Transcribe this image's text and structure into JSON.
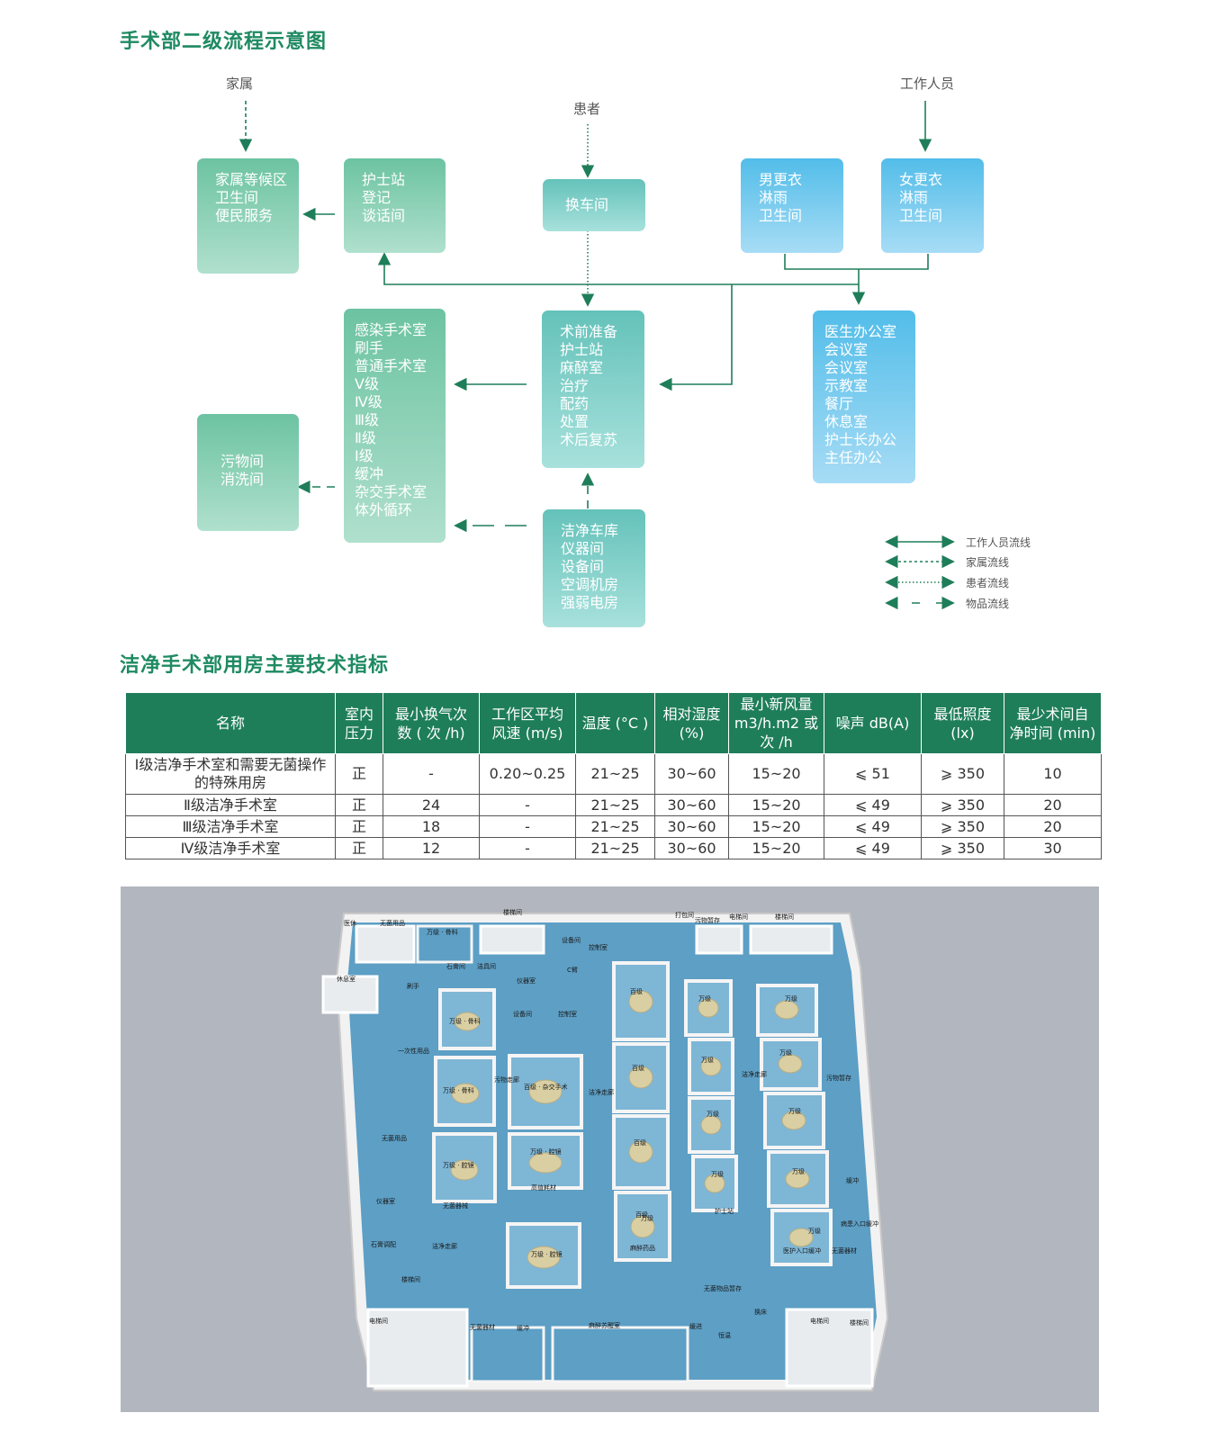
{
  "flow": {
    "title": "手术部二级流程示意图",
    "sources": {
      "family": "家属",
      "patient": "患者",
      "staff": "工作人员"
    },
    "boxes": {
      "family_wait": [
        "家属等候区",
        "卫生间",
        "便民服务"
      ],
      "nurse_station": [
        "护士站",
        "登记",
        "谈话间"
      ],
      "bed_change": [
        "换车间"
      ],
      "male_change": [
        "男更衣",
        "淋雨",
        "卫生间"
      ],
      "female_change": [
        "女更衣",
        "淋雨",
        "卫生间"
      ],
      "operating_rooms": [
        "感染手术室",
        "刷手",
        "普通手术室",
        "Ⅴ级",
        "Ⅳ级",
        "Ⅲ级",
        "Ⅱ级",
        "Ⅰ级",
        "缓冲",
        "杂交手术室",
        "体外循环"
      ],
      "pre_op": [
        "术前准备",
        "护士站",
        "麻醉室",
        "治疗",
        "配药",
        "处置",
        "术后复苏"
      ],
      "doctor_office": [
        "医生办公室",
        "会议室",
        "会议室",
        "示教室",
        "餐厅",
        "休息室",
        "护士长办公",
        "主任办公"
      ],
      "dirty": [
        "污物间",
        "消洗间"
      ],
      "clean_storage": [
        "洁净车库",
        "仪器间",
        "设备间",
        "空调机房",
        "强弱电房"
      ]
    },
    "legend": [
      "工作人员流线",
      "家属流线",
      "患者流线",
      "物品流线"
    ],
    "colors": {
      "flow_line": "#1f7e5a",
      "green": "#6cc3a1",
      "teal": "#64c2ba",
      "blue": "#52bde9"
    }
  },
  "table": {
    "title": "洁净手术部用房主要技术指标",
    "headers": [
      [
        "名称"
      ],
      [
        "室内",
        "压力"
      ],
      [
        "最小换气次",
        "数 ( 次 /h)"
      ],
      [
        "工作区平均",
        "风速 (m/s)"
      ],
      [
        "温度 (°C )"
      ],
      [
        "相对湿度",
        "(%)"
      ],
      [
        "最小新风量",
        "m3/h.m2 或",
        "次 /h"
      ],
      [
        "噪声 dB(A)"
      ],
      [
        "最低照度",
        "(lx)"
      ],
      [
        "最少术间自",
        "净时间 (min)"
      ]
    ],
    "rows": [
      [
        "Ⅰ级洁净手术室和需要无菌操作的特殊用房",
        "正",
        "-",
        "0.20~0.25",
        "21~25",
        "30~60",
        "15~20",
        "⩽ 51",
        "⩾ 350",
        "10"
      ],
      [
        "Ⅱ级洁净手术室",
        "正",
        "24",
        "-",
        "21~25",
        "30~60",
        "15~20",
        "⩽ 49",
        "⩾ 350",
        "20"
      ],
      [
        "Ⅲ级洁净手术室",
        "正",
        "18",
        "-",
        "21~25",
        "30~60",
        "15~20",
        "⩽ 49",
        "⩾ 350",
        "20"
      ],
      [
        "Ⅳ级洁净手术室",
        "正",
        "12",
        "-",
        "21~25",
        "30~60",
        "15~20",
        "⩽ 49",
        "⩾ 350",
        "30"
      ]
    ],
    "header_color": "#1f7e5a"
  },
  "floor_plan": {
    "labels": [
      "医休",
      "无菌用品",
      "万级 · 骨科",
      "楼梯间",
      "设备间",
      "控制室",
      "打包间",
      "污物暂存",
      "电梯间",
      "楼梯间",
      "休息室",
      "刷手",
      "石膏间",
      "洁具间",
      "仪器室",
      "C臂",
      "百级",
      "万级",
      "万级",
      "万级 · 骨科",
      "设备间",
      "控制室",
      "一次性用品",
      "万级 · 骨科",
      "百级 · 杂交手术",
      "洁净走廊",
      "百级",
      "万级",
      "洁净走廊",
      "万级",
      "污物暂存",
      "污物走廊",
      "百级",
      "万级",
      "万级",
      "无菌用品",
      "万级 · 腔镜",
      "万级 · 腔镜",
      "百级",
      "万级",
      "万级",
      "仪器室",
      "高值耗材",
      "缓冲",
      "无菌器械",
      "万级",
      "护士站",
      "万级",
      "病患入口缓冲",
      "石膏调配",
      "洁净走廊",
      "万级 · 腔镜",
      "麻醉药品",
      "医护入口缓冲",
      "无菌器材",
      "楼梯间",
      "无菌物品暂存",
      "换床",
      "电梯间",
      "无菌器材",
      "缓冲",
      "麻醉苏醒室",
      "缓进",
      "恒温",
      "电梯间",
      "楼梯间"
    ],
    "colors": {
      "floor": "#5d9fc5",
      "wall": "#f0f0f0",
      "background": "#b2b6be"
    }
  }
}
